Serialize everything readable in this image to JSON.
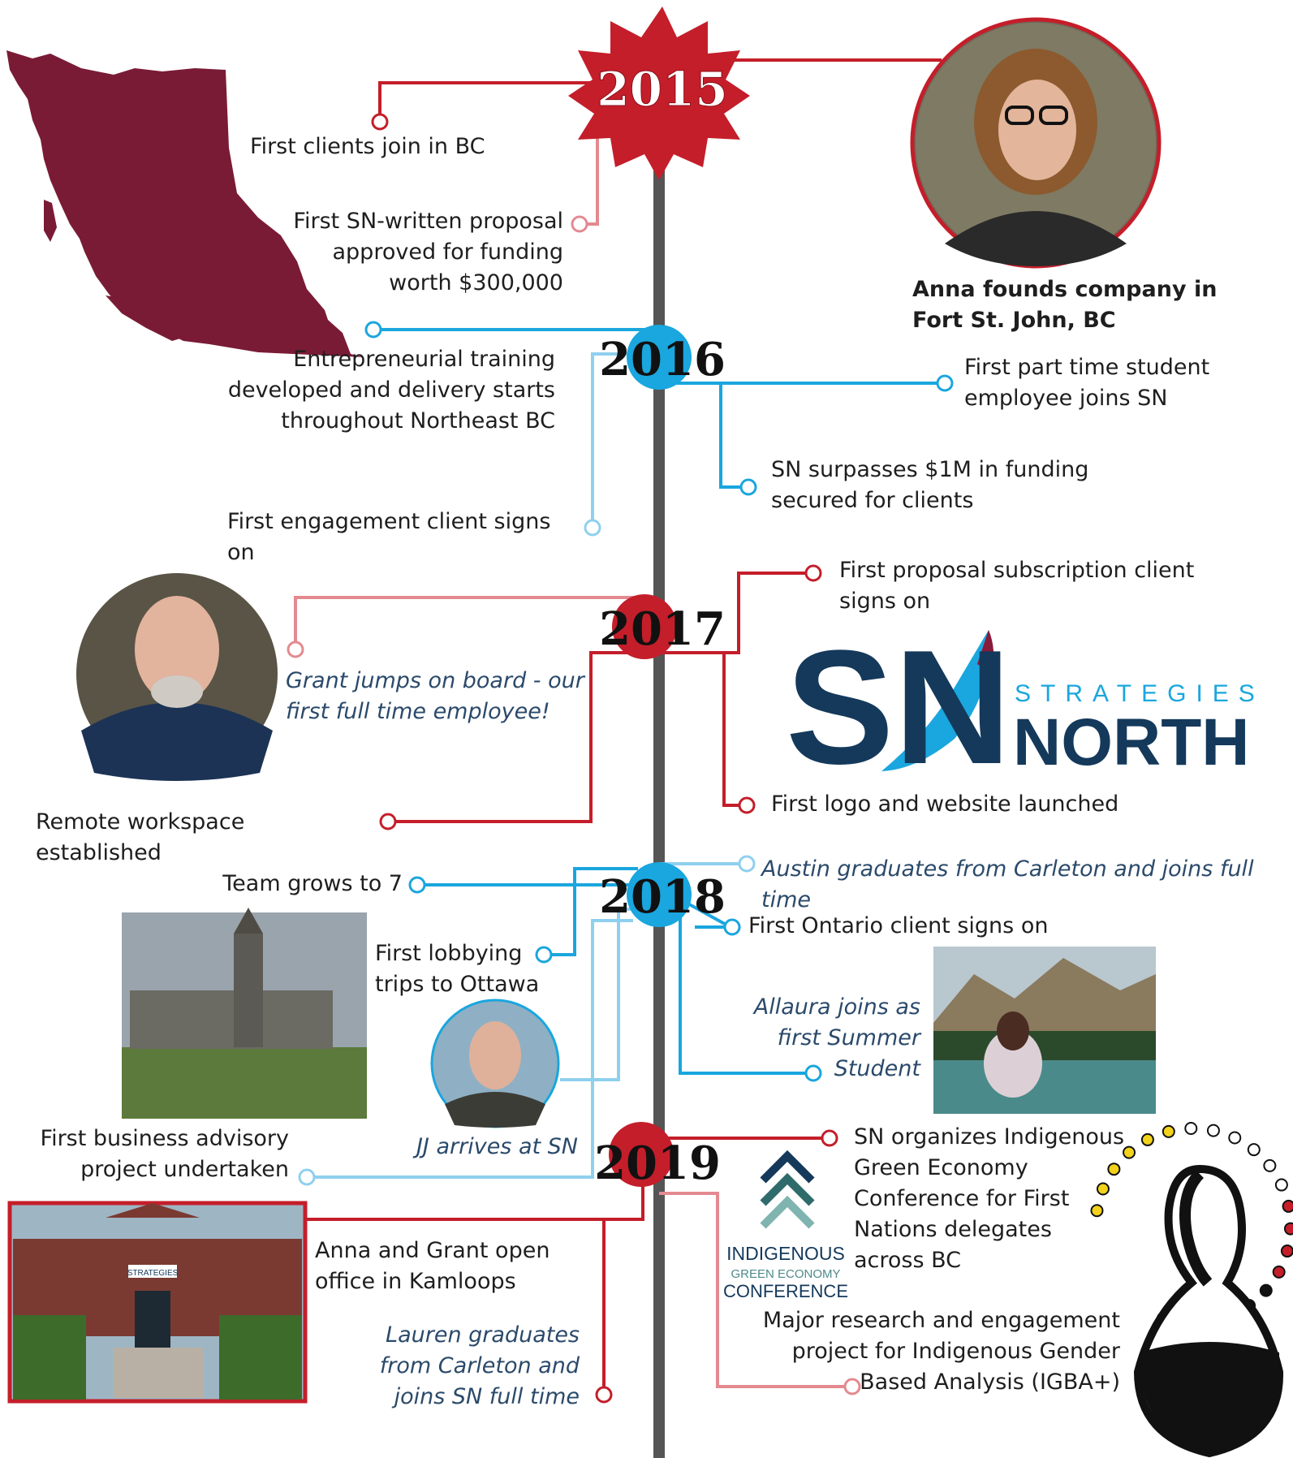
{
  "colors": {
    "red": "#c41e2a",
    "pink": "#e38a90",
    "blue": "#1aa6de",
    "lightblue": "#8fd0ef",
    "bc_maroon": "#7a1b36",
    "navy": "#14395b",
    "teal": "#4f8a8b",
    "spine": "#555555"
  },
  "years": [
    "2015",
    "2016",
    "2017",
    "2018",
    "2019"
  ],
  "events": {
    "e2015a": "First clients join in BC",
    "e2015b": "First SN-written proposal\napproved for funding\nworth $300,000",
    "e2015c": "Anna founds company in\nFort St. John, BC",
    "e2016a": "Entrepreneurial training\ndeveloped and delivery starts\nthroughout Northeast BC",
    "e2016b": "First part time student\nemployee joins SN",
    "e2016c": "SN surpasses $1M in funding\nsecured for clients",
    "e2016d": "First engagement client signs on",
    "e2017a": "First proposal subscription client\nsigns on",
    "e2017b": "Grant jumps on board - our\nfirst full time employee!",
    "e2017c": "First logo and website launched",
    "e2017d": "Remote workspace established",
    "e2018a": "Austin graduates from Carleton and joins full time",
    "e2018b": "Team grows to 7",
    "e2018c": "First Ontario client signs on",
    "e2018d": "First lobbying\ntrips to Ottawa",
    "e2018e": "Allaura joins as\nfirst Summer\nStudent",
    "e2018f": "JJ arrives at SN",
    "e2018g": "First business advisory\nproject undertaken",
    "e2019a": "SN organizes Indigenous\nGreen Economy\nConference for First\nNations delegates\nacross BC",
    "e2019b": "Anna and Grant open\noffice in Kamloops",
    "e2019c": "Lauren graduates\nfrom Carleton and\njoins SN full time",
    "e2019d": "Major research and engagement\nproject for Indigenous Gender\nBased Analysis (IGBA+)"
  },
  "logo": {
    "top": "STRATEGIES",
    "bottom": "NORTH",
    "mark": "SN"
  },
  "conference_logo": {
    "l1": "INDIGENOUS",
    "l2": "GREEN ECONOMY",
    "l3": "CONFERENCE"
  },
  "sign": "STRATEGIES",
  "icons": [
    "bc-map",
    "person-photo",
    "parliament-photo",
    "mountain-lake-photo",
    "office-photo",
    "feather-logo",
    "chevron-logo",
    "beaded-figure-icon"
  ]
}
